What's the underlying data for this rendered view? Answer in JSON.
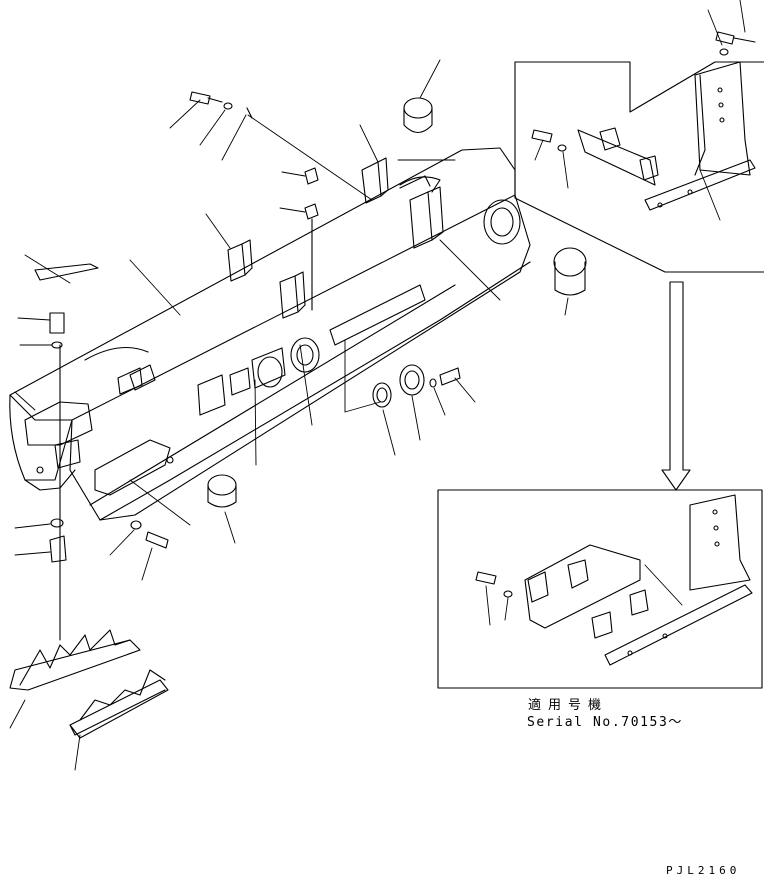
{
  "diagram": {
    "callout_jp": "適用号機",
    "callout_serial": "Serial No.70153～",
    "drawing_code": "PJL2160"
  },
  "colors": {
    "line": "#000000",
    "background": "#ffffff"
  }
}
